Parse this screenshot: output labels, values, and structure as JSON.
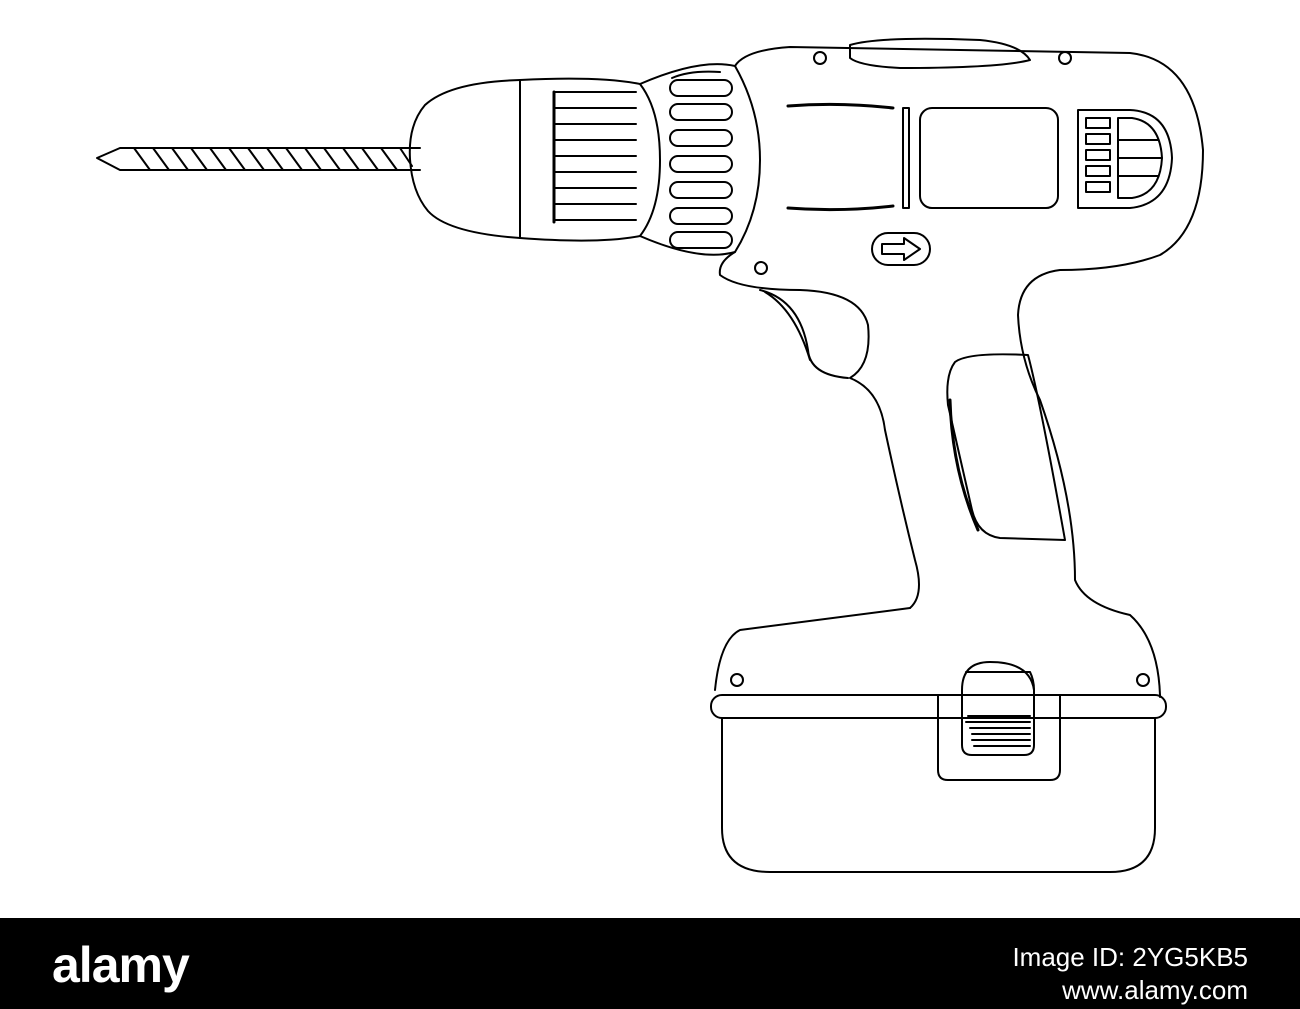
{
  "illustration": {
    "subject": "cordless-drill-icon",
    "colors": {
      "background": "#ffffff",
      "stroke": "#000000",
      "footer": "#000000",
      "footer_text": "#ffffff"
    }
  },
  "footer": {
    "brand": "alamy",
    "image_id_line1": "Image ID: 2YG5KB5",
    "image_id_line2": "www.alamy.com"
  }
}
